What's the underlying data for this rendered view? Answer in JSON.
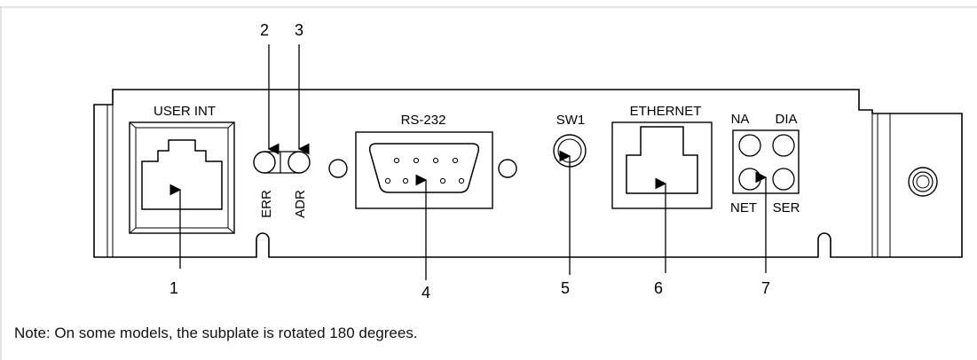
{
  "panel_labels": {
    "user_int": "USER INT",
    "rs232": "RS-232",
    "sw1": "SW1",
    "ethernet": "ETHERNET",
    "na": "NA",
    "dia": "DIA",
    "net": "NET",
    "ser": "SER",
    "err": "ERR",
    "adr": "ADR"
  },
  "callouts": {
    "c1": "1",
    "c2": "2",
    "c3": "3",
    "c4": "4",
    "c5": "5",
    "c6": "6",
    "c7": "7"
  },
  "note": "Note: On some models, the subplate is rotated 180 degrees."
}
